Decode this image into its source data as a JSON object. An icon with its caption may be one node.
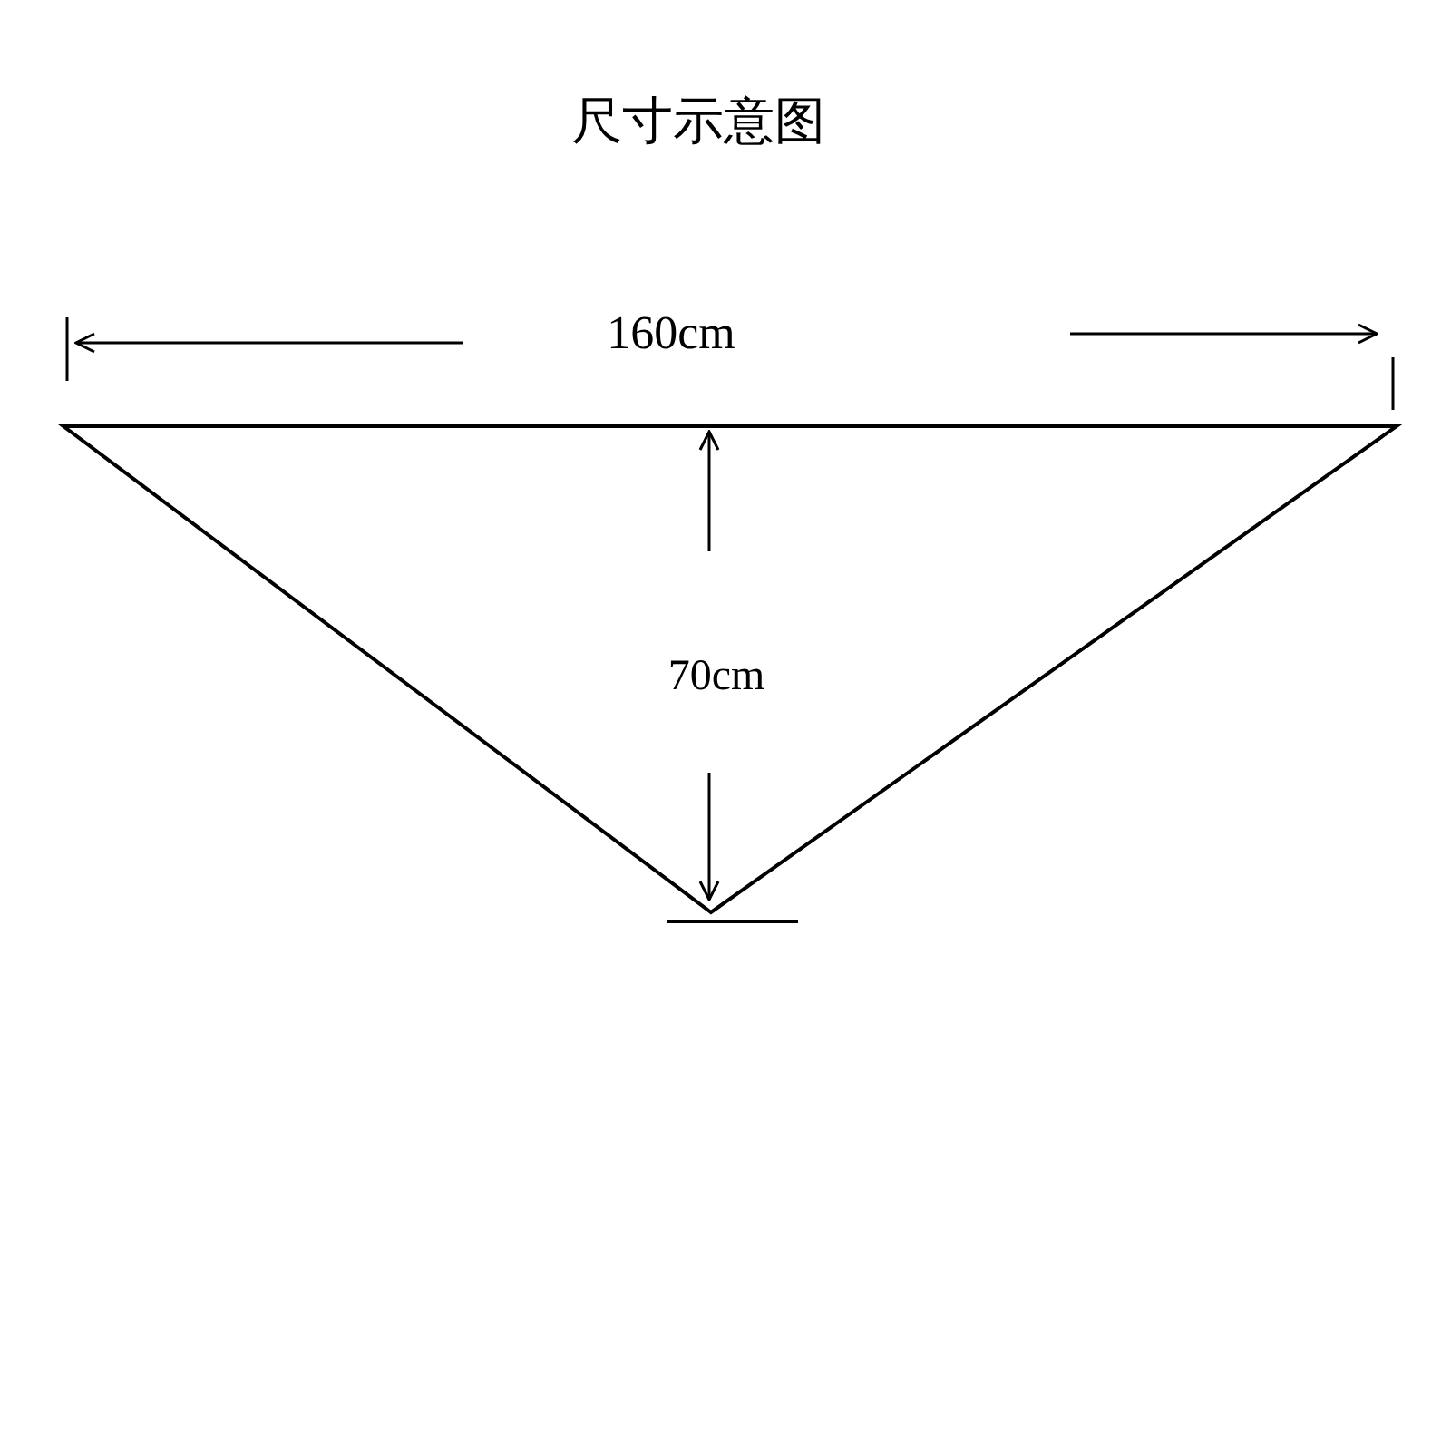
{
  "diagram": {
    "title": "尺寸示意图",
    "labels": [
      "160cm",
      "70cm"
    ]
  }
}
